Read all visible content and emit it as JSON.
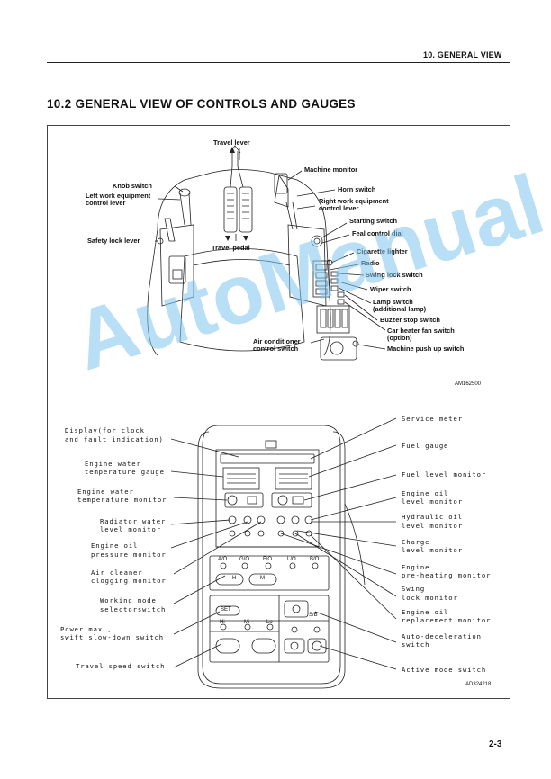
{
  "header": {
    "section": "10. GENERAL VIEW"
  },
  "title": "10.2  GENERAL VIEW OF CONTROLS AND GAUGES",
  "top_diagram": {
    "labels": {
      "travel_lever": "Travel lever",
      "machine_monitor": "Machine monitor",
      "knob_switch": "Knob switch",
      "horn_switch": "Horn switch",
      "left_lever_1": "Left work equipment",
      "left_lever_2": "control lever",
      "right_lever_1": "Right work equipment",
      "right_lever_2": "control lever",
      "starting_switch": "Starting switch",
      "feel_dial": "Feal control dial",
      "safety_lock": "Safety lock lever",
      "travel_pedal": "Travel pedal",
      "cig_lighter": "Cigarette lighter",
      "radio": "Radio",
      "swing_lock": "Swing lock switch",
      "wiper": "Wiper switch",
      "lamp_1": "Lamp switch",
      "lamp_2": "(additional lamp)",
      "buzzer": "Buzzer stop switch",
      "heater_1": "Car heater fan switch",
      "heater_2": "(option)",
      "aircon_1": "Air conditioner",
      "aircon_2": "control switch",
      "push_up": "Machine push up switch"
    },
    "code": "AM162500"
  },
  "monitor_diagram": {
    "left_labels": {
      "display_1": "Display(for clock",
      "display_2": "and fault indication)",
      "water_gauge_1": "Engine water",
      "water_gauge_2": "temperature gauge",
      "water_mon_1": "Engine water",
      "water_mon_2": "temperature monitor",
      "radiator_1": "Radiator water",
      "radiator_2": "level monitor",
      "oil_press_1": "Engine oil",
      "oil_press_2": "pressure monitor",
      "air_1": "Air cleaner",
      "air_2": "clogging monitor",
      "mode_1": "Working mode",
      "mode_2": "selectorswitch",
      "power_1": "Power max.,",
      "power_2": "swift slow-down switch",
      "travel_speed": "Travel speed switch"
    },
    "right_labels": {
      "service_meter": "Service meter",
      "fuel_gauge": "Fuel gauge",
      "fuel_level": "Fuel level monitor",
      "oil_level_1": "Engine oil",
      "oil_level_2": "level monitor",
      "hyd_1": "Hydraulic oil",
      "hyd_2": "level monitor",
      "charge_1": "Charge",
      "charge_2": "level monitor",
      "preheat_1": "Engine",
      "preheat_2": "pre-heating monitor",
      "swing_1": "Swing",
      "swing_2": "lock monitor",
      "replace_1": "Engine oil",
      "replace_2": "replacement monitor",
      "autodecel_1": "Auto-deceleration",
      "autodecel_2": "switch",
      "active": "Active mode switch"
    },
    "panel": {
      "modes": [
        "A/O",
        "G/O",
        "F/O",
        "L/O",
        "B/O"
      ],
      "speeds": [
        "Hi",
        "Mi",
        "Lo"
      ],
      "set": "SET",
      "h": "H",
      "m": "M",
      "s_b": "S/B"
    },
    "code": "AD324218"
  },
  "watermark": "AutoManual",
  "page_number": "2-3"
}
